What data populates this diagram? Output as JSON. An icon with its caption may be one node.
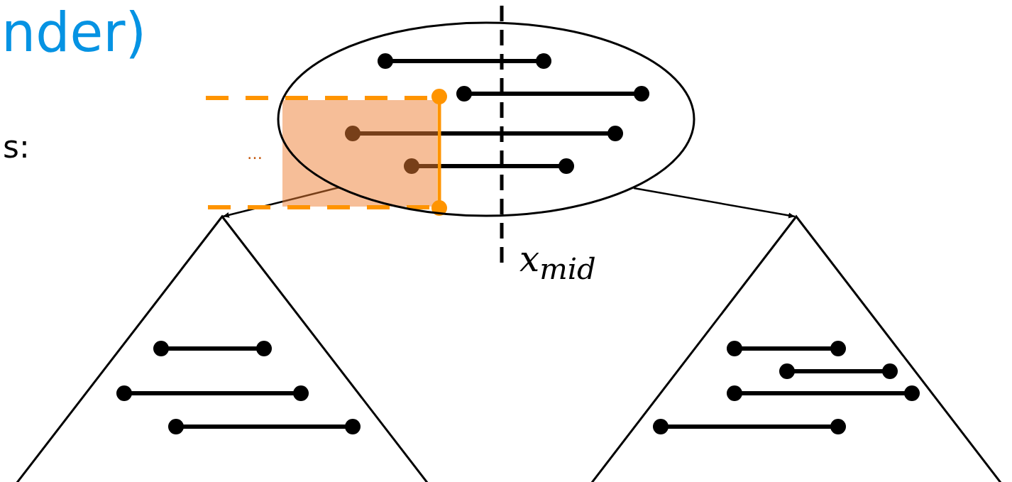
{
  "diagram": {
    "title": "nder)",
    "nodes": [
      {
        "text": [],
        "shape": "ellipse"
      },
      {
        "text": [],
        "shape": "triangle"
      },
      {
        "text": [],
        "shape": "triangle"
      }
    ],
    "edges": [
      {
        "from": 0,
        "to": 1,
        "arrow": "to"
      },
      {
        "from": 0,
        "to": 2,
        "arrow": "to"
      }
    ],
    "labels": [
      "s:",
      "…",
      "x$_{mid}$"
    ]
  }
}
